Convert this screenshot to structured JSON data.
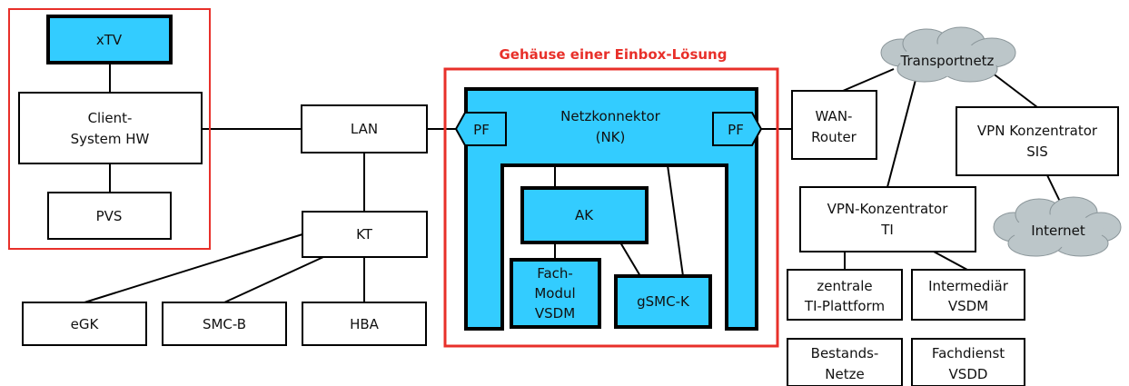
{
  "colors": {
    "accent": "#33CCFF",
    "frame": "#E8302A",
    "cloud": "#BCC6C9",
    "line": "#000000"
  },
  "enclosure_title": "Gehäuse einer Einbox-Lösung",
  "nodes": {
    "xtv": "xTV",
    "client_line1": "Client-",
    "client_line2": "System HW",
    "pvs": "PVS",
    "lan": "LAN",
    "kt": "KT",
    "egk": "eGK",
    "smcb": "SMC-B",
    "hba": "HBA",
    "nk_line1": "Netzkonnektor",
    "nk_line2": "(NK)",
    "pf_left": "PF",
    "pf_right": "PF",
    "ak": "AK",
    "fach_line1": "Fach-",
    "fach_line2": "Modul",
    "fach_line3": "VSDM",
    "gsmck": "gSMC-K",
    "wan_line1": "WAN-",
    "wan_line2": "Router",
    "transportnetz": "Transportnetz",
    "vpn_sis_line1": "VPN Konzentrator",
    "vpn_sis_line2": "SIS",
    "internet": "Internet",
    "vpn_ti_line1": "VPN-Konzentrator",
    "vpn_ti_line2": "TI",
    "zentrale_line1": "zentrale",
    "zentrale_line2": "TI-Plattform",
    "intermediar_line1": "Intermediär",
    "intermediar_line2": "VSDM",
    "bestands_line1": "Bestands-",
    "bestands_line2": "Netze",
    "fachdienst_line1": "Fachdienst",
    "fachdienst_line2": "VSDD"
  }
}
